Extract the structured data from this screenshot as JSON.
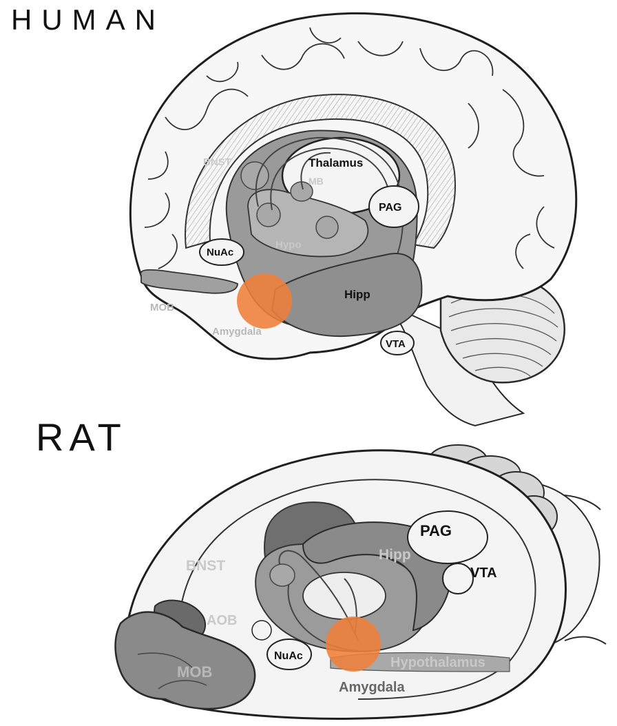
{
  "human": {
    "title": "HUMAN",
    "labels": {
      "bnst": "BNST",
      "thalamus": "Thalamus",
      "mb": "MB",
      "pag": "PAG",
      "hypo": "Hypo",
      "nuac": "NuAc",
      "hipp": "Hipp",
      "mob": "MOB",
      "amygdala": "Amygdala",
      "vta": "VTA"
    }
  },
  "rat": {
    "title": "RAT",
    "labels": {
      "pag": "PAG",
      "hipp": "Hipp",
      "bnst": "BNST",
      "vta": "VTA",
      "aob": "AOB",
      "nuac": "NuAc",
      "hypothalamus": "Hypothalamus",
      "mob": "MOB",
      "amygdala": "Amygdala"
    }
  },
  "colors": {
    "highlight": "#ef7f3a",
    "outline": "#2a2a2a",
    "light_label": "#c9c9c9",
    "dark_label": "#111111"
  }
}
